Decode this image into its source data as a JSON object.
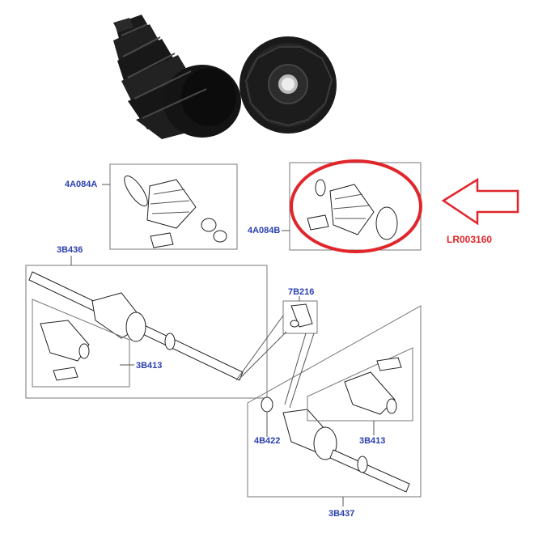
{
  "diagram": {
    "labels": {
      "boot_kit_a": "4A084A",
      "boot_kit_b": "4A084B",
      "shaft_upper": "3B436",
      "joint_upper": "3B413",
      "fitting": "7B216",
      "circlip": "4B422",
      "joint_lower": "3B413",
      "shaft_lower": "3B437"
    },
    "reference_code": "LR003160",
    "colors": {
      "label": "#2a3fb0",
      "highlight": "#e0262b",
      "rubber": "#161616",
      "line": "#555555"
    },
    "icons": {
      "pointer": "left-arrow-outline-icon"
    }
  }
}
